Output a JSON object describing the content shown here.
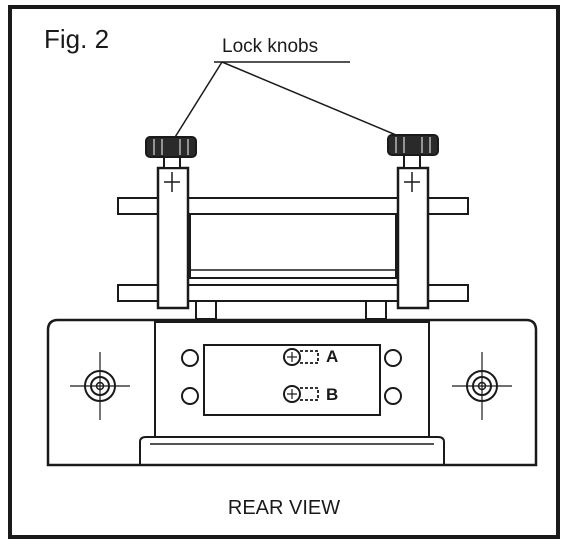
{
  "figure": {
    "title": "Fig. 2",
    "callout_label": "Lock knobs",
    "caption": "REAR VIEW"
  },
  "panel": {
    "port_a_label": "A",
    "port_b_label": "B"
  },
  "colors": {
    "line": "#1a1a1a",
    "background": "#ffffff"
  }
}
